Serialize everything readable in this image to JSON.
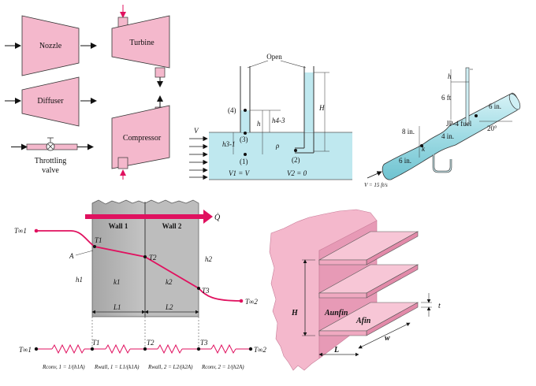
{
  "devices": {
    "nozzle": "Nozzle",
    "diffuser": "Diffuser",
    "valve_line1": "Throttling",
    "valve_line2": "valve",
    "turbine": "Turbine",
    "compressor": "Compressor"
  },
  "manometer": {
    "open": "Open",
    "p4": "(4)",
    "p3": "(3)",
    "p1": "(1)",
    "p2": "(2)",
    "h43": "h4-3",
    "h31": "h3-1",
    "h": "h",
    "H": "H",
    "rho": "ρ",
    "V": "V",
    "V1": "V1 = V",
    "V2": "V2 = 0"
  },
  "pipe": {
    "fuel": "JP-4 fuel",
    "d6a": "6 in.",
    "d6b": "6 in.",
    "d4": "4 in.",
    "h6ft": "6 ft",
    "h8in": "8 in.",
    "angle": "20°",
    "k": "k",
    "h_top": "h",
    "velocity": "V = 15 ft/s"
  },
  "wall": {
    "Tinf1": "T∞1",
    "Tinf2": "T∞2",
    "T1": "T1",
    "T2": "T2",
    "T3": "T3",
    "A": "A",
    "h1": "h1",
    "h2": "h2",
    "k1": "k1",
    "k2": "k2",
    "L1": "L1",
    "L2": "L2",
    "wall1": "Wall 1",
    "wall2": "Wall 2",
    "Q": "Q̇",
    "Rconv1": "Rconv, 1 = 1/(h1A)",
    "Rwall1": "Rwall, 1 = L1/(k1A)",
    "Rwall2": "Rwall, 2 = L2/(k2A)",
    "Rconv2": "Rconv, 2 = 1/(h2A)"
  },
  "fins": {
    "H": "H",
    "L": "L",
    "w": "w",
    "t": "t",
    "A_unfin": "Aunfin",
    "A_fin": "Afin"
  },
  "colors": {
    "pink": "#f4b8cc",
    "pink_dark": "#e28aa9",
    "water": "#bfe8ef",
    "wall_gray": "#b3b3b3",
    "red": "#e0115f",
    "pipe": "#9fdbe4"
  }
}
